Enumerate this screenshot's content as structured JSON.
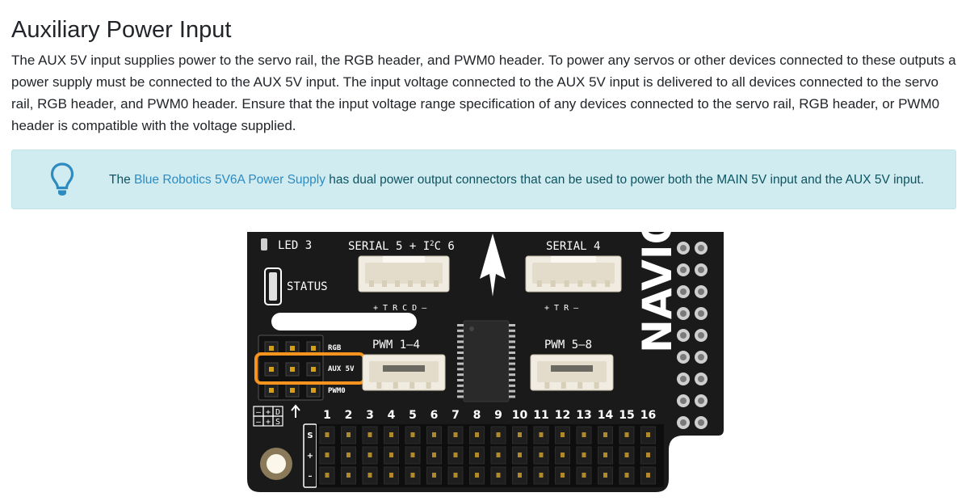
{
  "heading": "Auxiliary Power Input",
  "body": "The AUX 5V input supplies power to the servo rail, the RGB header, and PWM0 header. To power any servos or other devices connected to these outputs a power supply must be connected to the AUX 5V input. The input voltage connected to the AUX 5V input is delivered to all devices connected to the servo rail, RGB header, and PWM0 header. Ensure that the input voltage range specification of any devices connected to the servo rail, RGB header, or PWM0 header is compatible with the voltage supplied.",
  "tip": {
    "prefix": "The ",
    "link": "Blue Robotics 5V6A Power Supply",
    "suffix": " has dual power output connectors that can be used to power both the MAIN 5V input and the AUX 5V input."
  },
  "board": {
    "led": "LED 3",
    "status": "STATUS",
    "serial56_a": "SERIAL 5 + I",
    "serial56_sup": "2",
    "serial56_b": "C 6",
    "serial56_pins": "+ T R C D –",
    "serial4": "SERIAL 4",
    "serial4_pins": "+ T R      –",
    "pwm14": "PWM 1–4",
    "pwm58": "PWM 5–8",
    "rgb": "RGB",
    "aux5v": "AUX 5V",
    "pwm0": "PWM0",
    "brand": "NAVIO",
    "rail_numbers": [
      "1",
      "2",
      "3",
      "4",
      "5",
      "6",
      "7",
      "8",
      "9",
      "10",
      "11",
      "12",
      "13",
      "14",
      "15",
      "16"
    ],
    "rail_labels": [
      "S",
      "+",
      "–"
    ],
    "legend": [
      "–",
      "+",
      "D",
      "–",
      "+",
      "S"
    ]
  },
  "colors": {
    "highlight": "#f7941d",
    "tip_bg": "#d1ecf1",
    "tip_text": "#0c5460",
    "link": "#2e8bc0",
    "icon": "#2e8bc0"
  }
}
